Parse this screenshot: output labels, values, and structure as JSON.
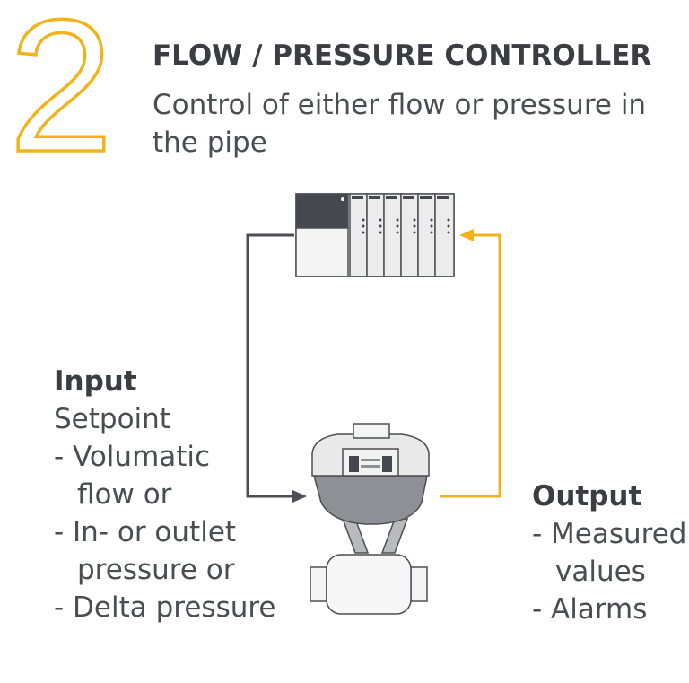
{
  "number": "2",
  "title": "FLOW / PRESSURE CONTROLLER",
  "subtitle": "Control of either flow or pressure in the pipe",
  "input": {
    "heading": "Input",
    "lines": [
      "Setpoint",
      "- Volumatic",
      "flow or",
      "- In- or outlet",
      "pressure or",
      "- Delta pressure"
    ]
  },
  "output": {
    "heading": "Output",
    "lines": [
      "- Measured",
      "values",
      "- Alarms"
    ]
  },
  "colors": {
    "accent": "#f2b31a",
    "dark": "#3a3d42",
    "line_gray": "#4b4e54"
  }
}
